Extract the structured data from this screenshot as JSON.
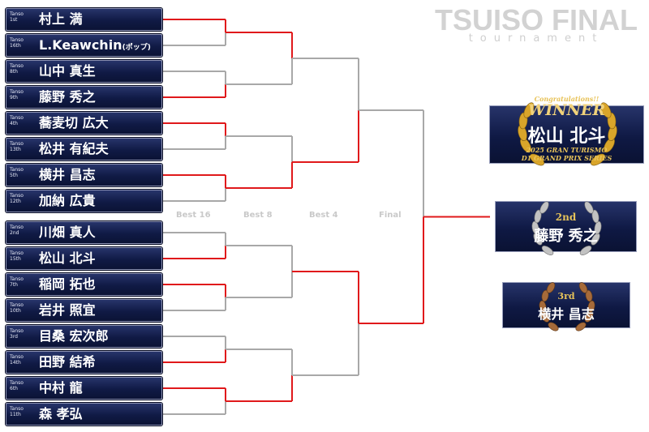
{
  "header": {
    "title": "TSUISO FINAL",
    "subtitle": "tournament"
  },
  "round_labels": {
    "best16": "Best 16",
    "best8": "Best 8",
    "best4": "Best 4",
    "final": "Final"
  },
  "players": [
    {
      "seed": "Tanso\n1st",
      "name": "村上 満",
      "suffix": ""
    },
    {
      "seed": "Tanso\n16th",
      "name": "L.Keawchin",
      "suffix": "(ポップ)"
    },
    {
      "seed": "Tanso\n8th",
      "name": "山中 真生",
      "suffix": ""
    },
    {
      "seed": "Tanso\n9th",
      "name": "藤野 秀之",
      "suffix": ""
    },
    {
      "seed": "Tanso\n4th",
      "name": "蕎麦切 広大",
      "suffix": ""
    },
    {
      "seed": "Tanso\n13th",
      "name": "松井 有紀夫",
      "suffix": ""
    },
    {
      "seed": "Tanso\n5th",
      "name": "横井 昌志",
      "suffix": ""
    },
    {
      "seed": "Tanso\n12th",
      "name": "加納 広貴",
      "suffix": ""
    },
    {
      "seed": "Tanso\n2nd",
      "name": "川畑 真人",
      "suffix": ""
    },
    {
      "seed": "Tanso\n15th",
      "name": "松山 北斗",
      "suffix": ""
    },
    {
      "seed": "Tanso\n7th",
      "name": "稲岡 拓也",
      "suffix": ""
    },
    {
      "seed": "Tanso\n10th",
      "name": "岩井 照宜",
      "suffix": ""
    },
    {
      "seed": "Tanso\n3rd",
      "name": "目桑 宏次郎",
      "suffix": ""
    },
    {
      "seed": "Tanso\n14th",
      "name": "田野 結希",
      "suffix": ""
    },
    {
      "seed": "Tanso\n6th",
      "name": "中村 龍",
      "suffix": ""
    },
    {
      "seed": "Tanso\n11th",
      "name": "森 孝弘",
      "suffix": ""
    }
  ],
  "advancers": {
    "round16": [
      0,
      3,
      4,
      6,
      9,
      10,
      13,
      14
    ],
    "quarter": [
      0,
      3,
      6,
      7
    ],
    "semi": [
      1,
      2
    ],
    "final": 1
  },
  "results": {
    "winner": {
      "banner": "Congratulations!!",
      "label": "WINNER",
      "name": "松山 北斗",
      "series_line1": "2025 GRAN TURISMO",
      "series_line2": "D1 GRAND PRIX SERIES"
    },
    "second": {
      "label": "2nd",
      "name": "藤野 秀之"
    },
    "third": {
      "label": "3rd",
      "name": "横井 昌志"
    }
  },
  "colors": {
    "winner_path": "#e0191b",
    "loser_path": "#a8a8a8",
    "plate_bg": "#101a45",
    "gold": "#d9a52a",
    "silver": "#b9b9b9",
    "bronze": "#a66a3a"
  }
}
